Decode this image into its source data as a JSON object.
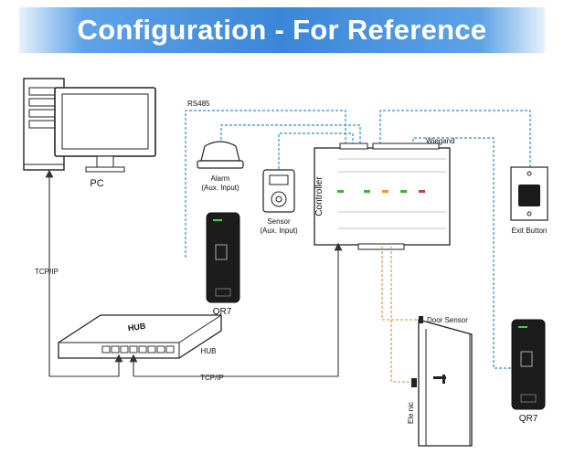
{
  "banner": {
    "title": "Configuration - For Reference"
  },
  "labels": {
    "pc": "PC",
    "rs485": "RS485",
    "alarm": "Alarm",
    "alarm_sub": "(Aux. Input)",
    "sensor": "Sensor",
    "sensor_sub": "(Aux. Input)",
    "qr7_left": "QR7",
    "qr7_right": "QR7",
    "controller": "Controller",
    "wiegand": "Wiegand",
    "exit_button": "Exit Button",
    "tcpip_left": "TCP/IP",
    "tcpip_bottom": "TCP/IP",
    "hub": "HUB",
    "hub_logo": "HUB",
    "door_sensor": "Door Sensor",
    "lock": "Ele nic"
  },
  "colors": {
    "banner": "#3a86d8",
    "signal_line": "#2a8fd8",
    "power_line": "#e08a2a",
    "device_line": "#222222"
  }
}
